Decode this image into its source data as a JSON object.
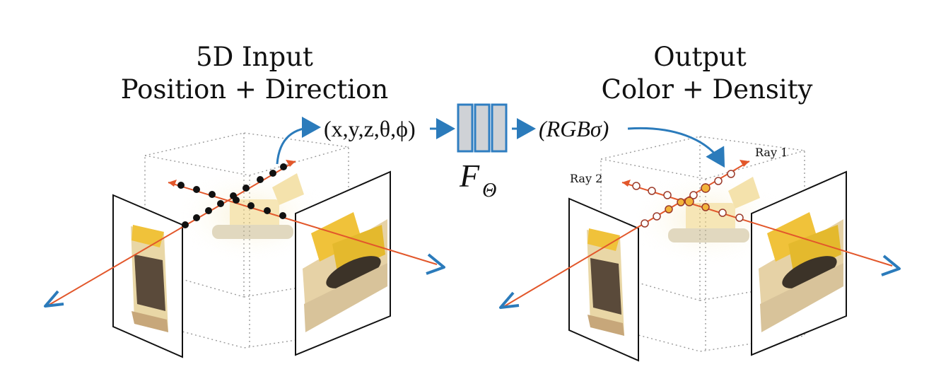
{
  "input": {
    "title_line1": "5D Input",
    "title_line2": "Position + Direction",
    "formula": "(x,y,z,θ,ϕ)"
  },
  "network": {
    "symbol": "F",
    "subscript": "Θ"
  },
  "output": {
    "title_line1": "Output",
    "title_line2": "Color + Density",
    "formula": "(RGBσ)",
    "ray1_label": "Ray 1",
    "ray2_label": "Ray 2"
  },
  "colors": {
    "arrow_blue": "#2b7bbb",
    "ray_red": "#e2572b",
    "network_fill": "#cfd2d6",
    "network_border": "#2f7ec1",
    "sample_dot": "#111111",
    "output_dot": "#f2b43a",
    "cube_line": "#9a9a9a"
  },
  "icons": {
    "camera": "triangle-chevron-icon",
    "network": "three-bar-mlp-icon"
  }
}
